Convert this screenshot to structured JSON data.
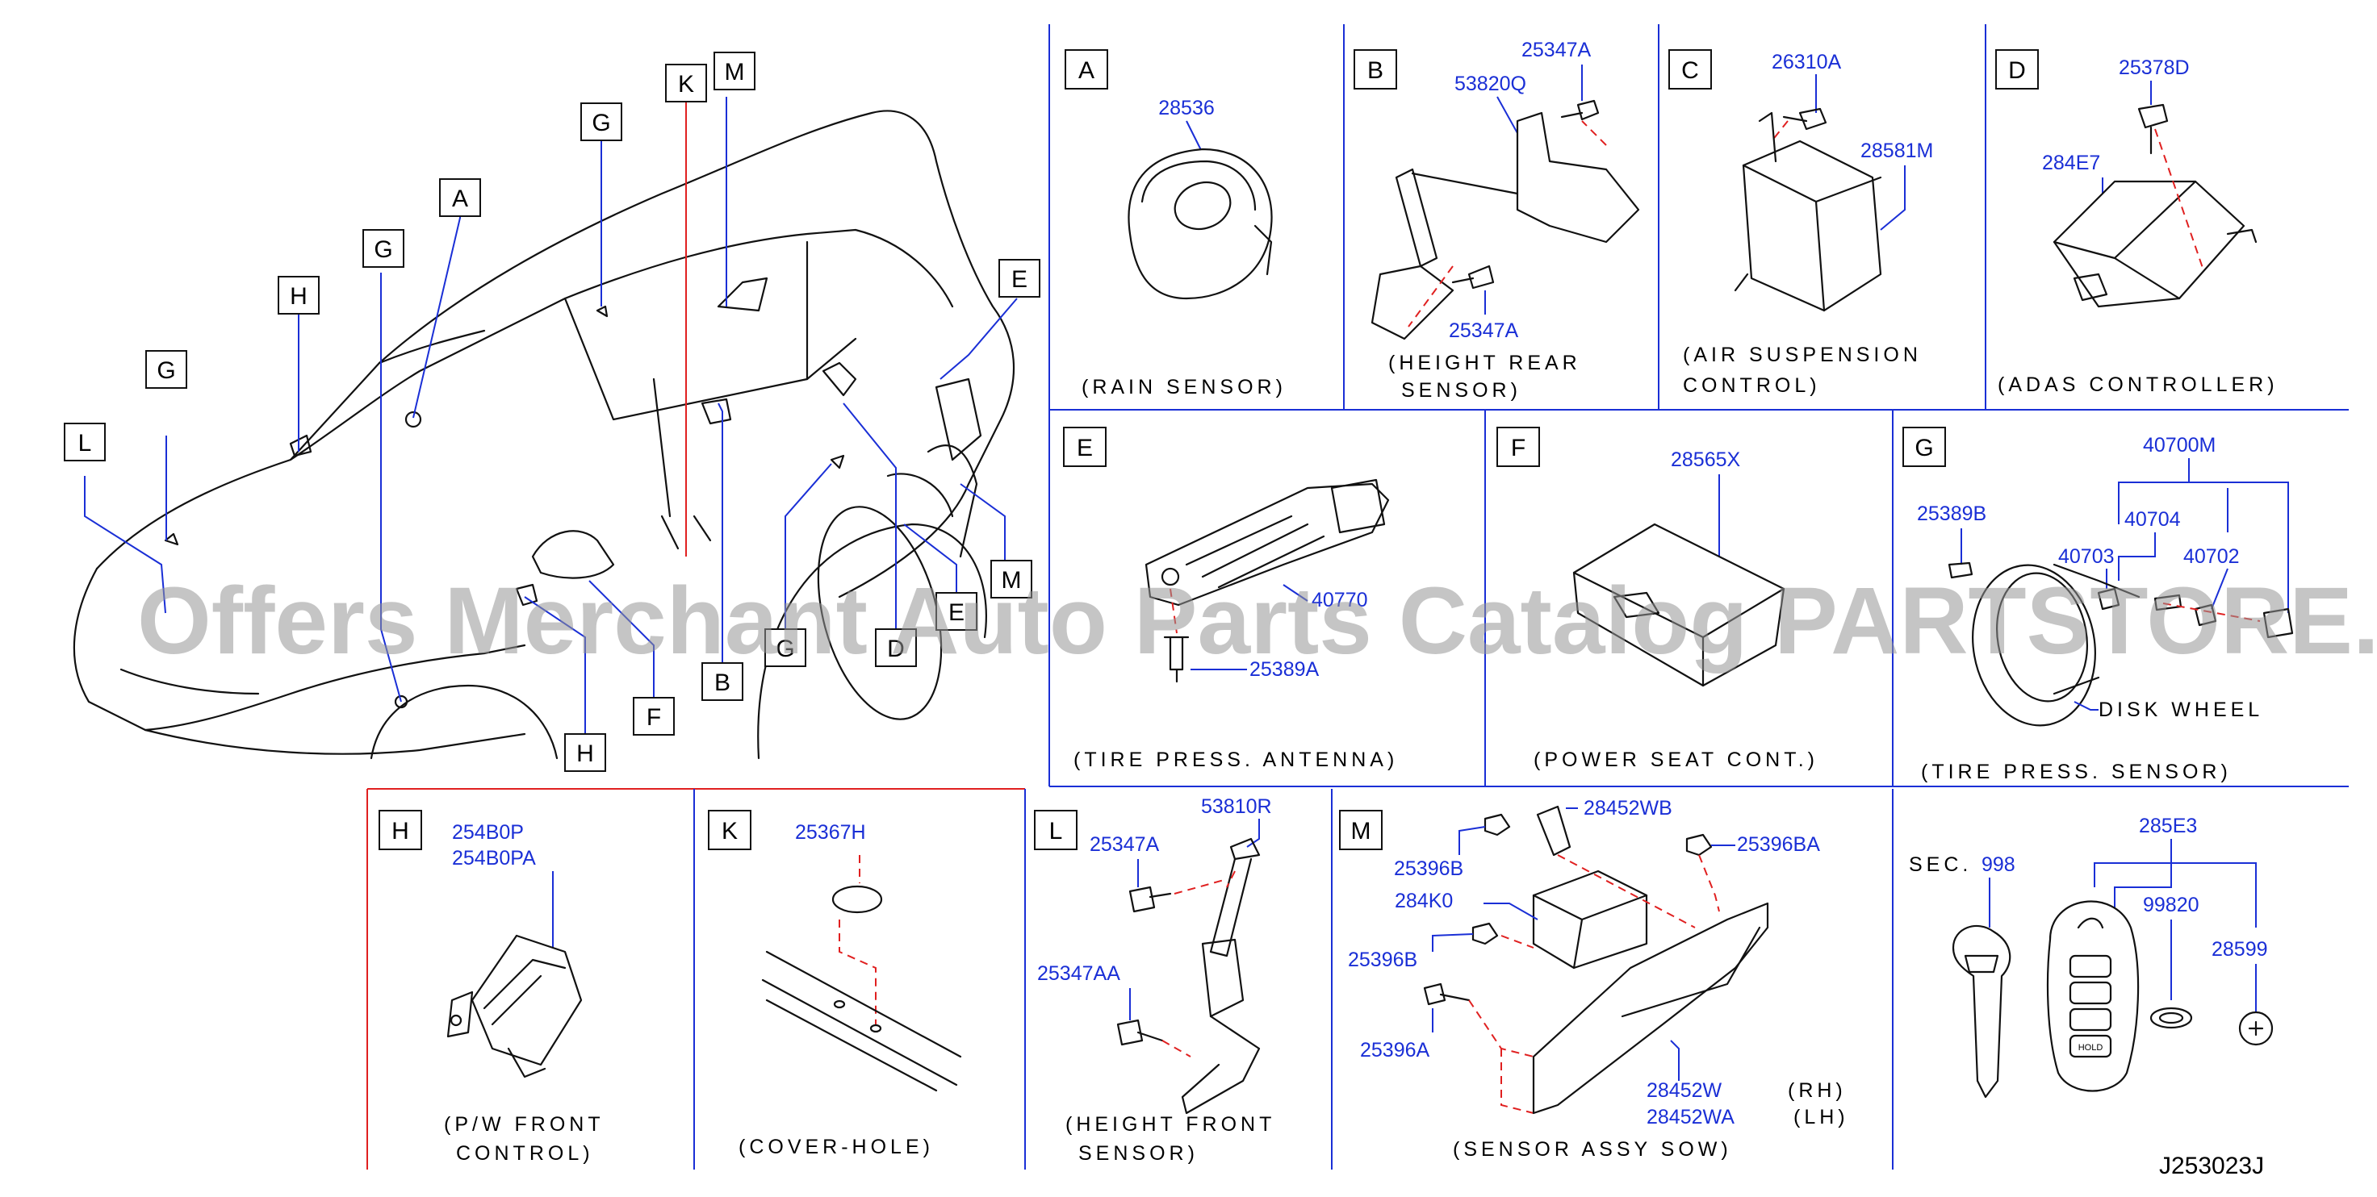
{
  "watermark": "Offers Merchant Auto Parts Catalog PARTSTORE.SA",
  "diagram_code": "J253023J",
  "overview_labels": {
    "A": "A",
    "B": "B",
    "D": "D",
    "E": "E",
    "F": "F",
    "G": "G",
    "H": "H",
    "K": "K",
    "L": "L",
    "M": "M"
  },
  "panels": {
    "A": {
      "letter": "A",
      "parts": [
        "28536"
      ],
      "caption": [
        "(RAIN   SENSOR)"
      ]
    },
    "B": {
      "letter": "B",
      "parts": [
        "25347A",
        "53820Q",
        "25347A"
      ],
      "caption": [
        "(HEIGHT   REAR",
        "SENSOR)"
      ]
    },
    "C": {
      "letter": "C",
      "parts": [
        "26310A",
        "28581M"
      ],
      "caption": [
        "(AIR   SUSPENSION",
        "CONTROL)"
      ]
    },
    "D": {
      "letter": "D",
      "parts": [
        "25378D",
        "284E7"
      ],
      "caption": [
        "(ADAS   CONTROLLER)"
      ]
    },
    "E": {
      "letter": "E",
      "parts": [
        "40770",
        "25389A"
      ],
      "caption": [
        "(TIRE   PRESS.   ANTENNA)"
      ]
    },
    "F": {
      "letter": "F",
      "parts": [
        "28565X"
      ],
      "caption": [
        "(POWER   SEAT   CONT.)"
      ]
    },
    "G": {
      "letter": "G",
      "parts": [
        "40700M",
        "25389B",
        "40704",
        "40703",
        "40702"
      ],
      "note": "DISK   WHEEL",
      "caption": [
        "(TIRE   PRESS.   SENSOR)"
      ]
    },
    "H": {
      "letter": "H",
      "parts": [
        "254B0P",
        "254B0PA"
      ],
      "caption": [
        "(P/W   FRONT",
        "CONTROL)"
      ]
    },
    "K": {
      "letter": "K",
      "parts": [
        "25367H"
      ],
      "caption": [
        "(COVER-HOLE)"
      ]
    },
    "L": {
      "letter": "L",
      "parts": [
        "53810R",
        "25347A",
        "25347AA"
      ],
      "caption": [
        "(HEIGHT   FRONT",
        "SENSOR)"
      ]
    },
    "M": {
      "letter": "M",
      "parts": [
        "28452WB",
        "25396B",
        "25396BA",
        "284K0",
        "25396B",
        "25396A",
        "28452W",
        "28452WA"
      ],
      "side": [
        "(RH)",
        "(LH)"
      ],
      "caption": [
        "(SENSOR   ASSY   SOW)"
      ]
    },
    "KEY": {
      "sec_label": "SEC.",
      "sec_num": "998",
      "parts": [
        "285E3",
        "99820",
        "28599"
      ],
      "fob_hold": "HOLD"
    }
  }
}
